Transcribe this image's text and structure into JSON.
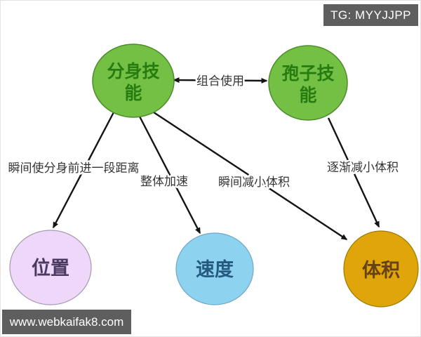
{
  "badge": {
    "text": "TG: MYYJJPP",
    "bg": "#5e5e5e",
    "text_color": "#ffffff"
  },
  "watermark": {
    "text": "www.webkaifak8.com",
    "bg": "#5e5e5e",
    "text_color": "#ffffff"
  },
  "diagram": {
    "arrow_color": "#141414",
    "nodes": {
      "clone_skill": {
        "label": "分身技能",
        "lines": [
          "分身技",
          "能"
        ],
        "fill": "#74c044",
        "stroke": "#4c8c2b",
        "text_color": "#267c10"
      },
      "spore_skill": {
        "label": "孢子技能",
        "lines": [
          "孢子技",
          "能"
        ],
        "fill": "#74c044",
        "stroke": "#4c8c2b",
        "text_color": "#267c10"
      },
      "position": {
        "label": "位置",
        "fill": "#eed7f8",
        "stroke": "#a39bae",
        "text_color": "#4b3a60"
      },
      "speed": {
        "label": "速度",
        "fill": "#8dd2ef",
        "stroke": "#6fa9c4",
        "text_color": "#255a80"
      },
      "volume": {
        "label": "体积",
        "fill": "#dfa50b",
        "stroke": "#9c7a00",
        "text_color": "#66430f"
      }
    },
    "edges": {
      "combine": {
        "label": "组合使用",
        "from": "clone_skill",
        "to": "spore_skill",
        "bidirectional": true
      },
      "clone_to_position": {
        "label": "瞬间使分身前进一段距离",
        "from": "clone_skill",
        "to": "position",
        "bidirectional": false
      },
      "clone_to_speed": {
        "label": "整体加速",
        "from": "clone_skill",
        "to": "speed",
        "bidirectional": false
      },
      "clone_to_volume": {
        "label": "瞬间减小体积",
        "from": "clone_skill",
        "to": "volume",
        "bidirectional": false
      },
      "spore_to_volume": {
        "label": "逐渐减小体积",
        "from": "spore_skill",
        "to": "volume",
        "bidirectional": false
      }
    }
  }
}
